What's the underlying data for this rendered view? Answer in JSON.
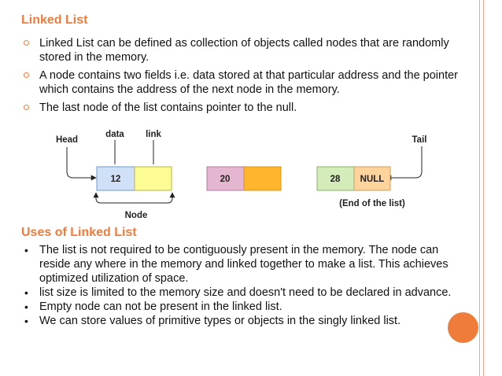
{
  "section1": {
    "title": "Linked List",
    "bullets": [
      "Linked List can be defined as collection of objects called nodes that are randomly stored in the memory.",
      "A node contains two fields i.e. data stored at that particular address and the pointer which contains the address of the next node in the memory.",
      "The last node of the list contains pointer to the null."
    ]
  },
  "diagram": {
    "head_label": "Head",
    "tail_label": "Tail",
    "data_label": "data",
    "link_label": "link",
    "node_label": "Node",
    "end_label": "(End of the list)",
    "nodes": [
      {
        "data": "12",
        "link": ""
      },
      {
        "data": "20",
        "link": ""
      },
      {
        "data": "28",
        "link": "NULL"
      }
    ]
  },
  "section2": {
    "title": "Uses of Linked List",
    "bullets": [
      "The list is not required to be contiguously present in the memory. The node can reside any where in the memory and linked together to make a list. This achieves optimized utilization of space.",
      "list size is limited to the memory size and doesn't need to be declared in advance.",
      "Empty node can not be present in the linked list.",
      "We can store values of primitive types or objects in the singly linked list."
    ]
  },
  "colors": {
    "accent": "#f07c3c",
    "node1_data": "#cfe0f7",
    "node1_link": "#fdfb94",
    "node2_data": "#e4b6cf",
    "node2_link": "#ffb52e",
    "node3_data": "#d3ecb9",
    "node3_link": "#ffd39c"
  }
}
